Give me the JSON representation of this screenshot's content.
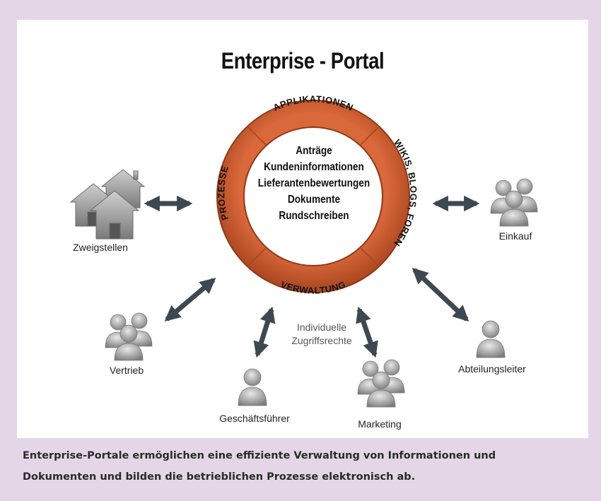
{
  "title": "Enterprise - Portal",
  "center_items": [
    "Anträge",
    "Kundeninformationen",
    "Lieferantenbewertungen",
    "Dokumente",
    "Rundschreiben"
  ],
  "ring": {
    "top": "APPLIKATIONEN",
    "right": "WIKIS, BLOGS, FOREN",
    "bottom": "VERWALTUNG",
    "left": "PROZESSE"
  },
  "nodes": {
    "zweigstellen": "Zweigstellen",
    "einkauf": "Einkauf",
    "vertrieb": "Vertrieb",
    "geschaeftsfuehrer": "Geschäftsführer",
    "marketing": "Marketing",
    "abteilungsleiter": "Abteilungsleiter"
  },
  "access_note": [
    "Individuelle",
    "Zugriffsrechte"
  ],
  "caption": [
    "Enterprise-Portale ermöglichen eine effiziente Verwaltung von Informationen und",
    "Dokumenten und bilden die betrieblichen Prozesse elektronisch ab."
  ],
  "colors": {
    "ring": "#c9592e",
    "ring_dark": "#9e3d1b",
    "arrow": "#3d4852",
    "icon": "#9a9a9a",
    "frame": "#e4d6e6"
  }
}
